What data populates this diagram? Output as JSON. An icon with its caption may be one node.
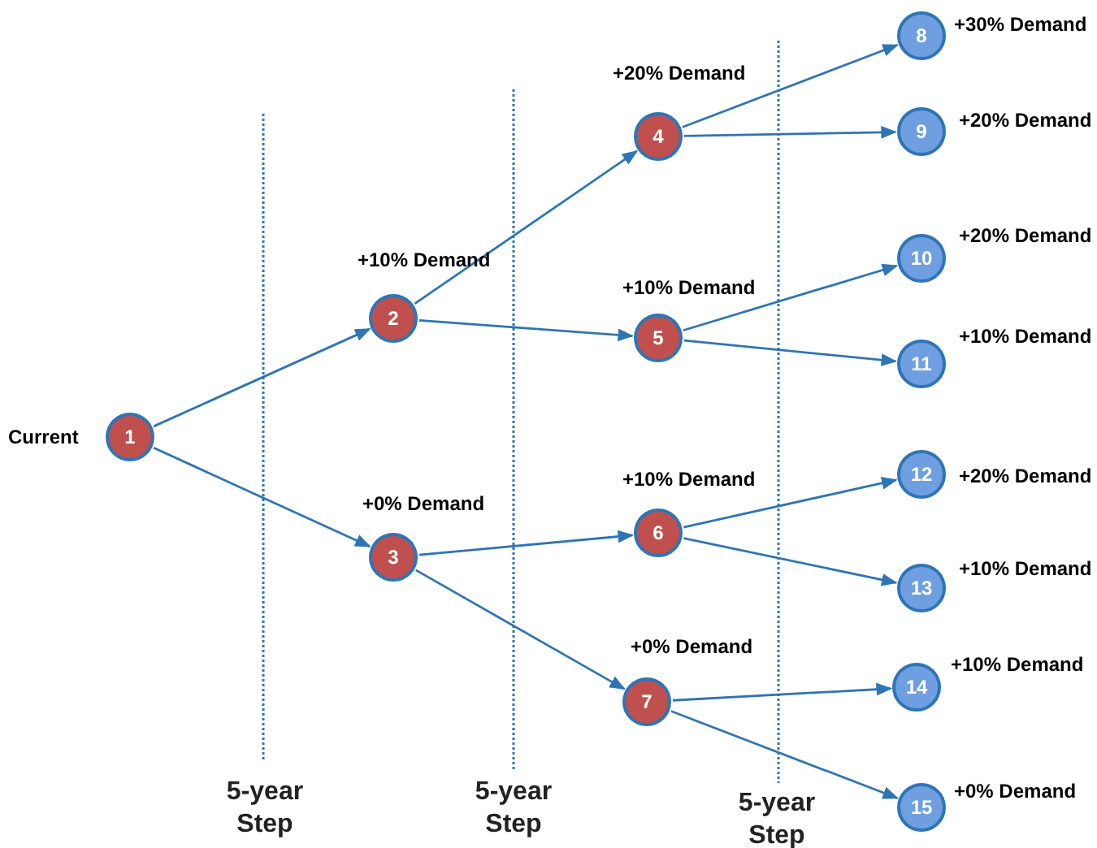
{
  "diagram": {
    "nodes": [
      {
        "text": [
          "1"
        ],
        "beside": [
          "Current"
        ]
      },
      {
        "text": [
          "2"
        ],
        "beside": [
          "+10% Demand"
        ]
      },
      {
        "text": [
          "3"
        ],
        "beside": [
          "+0% Demand"
        ]
      },
      {
        "text": [
          "4"
        ],
        "beside": [
          "+20% Demand"
        ]
      },
      {
        "text": [
          "5"
        ],
        "beside": [
          "+10% Demand"
        ]
      },
      {
        "text": [
          "6"
        ],
        "beside": [
          "+10% Demand"
        ]
      },
      {
        "text": [
          "7"
        ],
        "beside": [
          "+0% Demand"
        ]
      },
      {
        "text": [
          "8"
        ],
        "beside": [
          "+30% Demand"
        ]
      },
      {
        "text": [
          "9"
        ],
        "beside": [
          "+20% Demand"
        ]
      },
      {
        "text": [
          "10"
        ],
        "beside": [
          "+20% Demand"
        ]
      },
      {
        "text": [
          "11"
        ],
        "beside": [
          "+10% Demand"
        ]
      },
      {
        "text": [
          "12"
        ],
        "beside": [
          "+20% Demand"
        ]
      },
      {
        "text": [
          "13"
        ],
        "beside": [
          "+10% Demand"
        ]
      },
      {
        "text": [
          "14"
        ],
        "beside": [
          "+10% Demand"
        ]
      },
      {
        "text": [
          "15"
        ],
        "beside": [
          "+0% Demand"
        ]
      }
    ],
    "edges": [
      {
        "from": 0,
        "to": 1,
        "arrow": "to"
      },
      {
        "from": 0,
        "to": 2,
        "arrow": "to"
      },
      {
        "from": 1,
        "to": 3,
        "arrow": "to"
      },
      {
        "from": 1,
        "to": 4,
        "arrow": "to"
      },
      {
        "from": 2,
        "to": 5,
        "arrow": "to"
      },
      {
        "from": 2,
        "to": 6,
        "arrow": "to"
      },
      {
        "from": 3,
        "to": 7,
        "arrow": "to"
      },
      {
        "from": 3,
        "to": 8,
        "arrow": "to"
      },
      {
        "from": 4,
        "to": 9,
        "arrow": "to"
      },
      {
        "from": 4,
        "to": 10,
        "arrow": "to"
      },
      {
        "from": 5,
        "to": 11,
        "arrow": "to"
      },
      {
        "from": 5,
        "to": 12,
        "arrow": "to"
      },
      {
        "from": 6,
        "to": 13,
        "arrow": "to"
      },
      {
        "from": 6,
        "to": 14,
        "arrow": "to"
      }
    ],
    "labels": [
      "5-year Step",
      "5-year Step",
      "5-year Step"
    ]
  }
}
